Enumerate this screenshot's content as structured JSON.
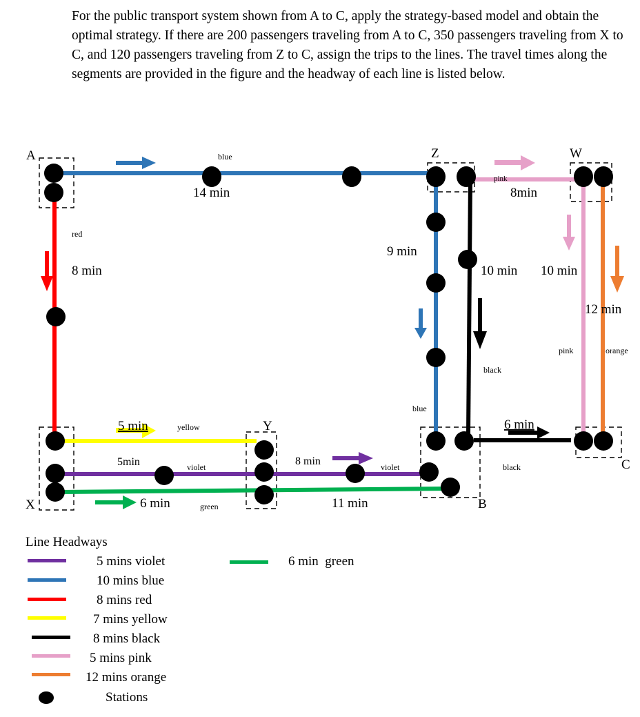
{
  "problem": {
    "text": "For the public transport system shown from A to C, apply the strategy-based model and obtain the optimal strategy. If there are 200 passengers traveling from A to C, 350 passengers traveling from X to C, and 120 passengers traveling from Z to C, assign the trips to the lines. The travel times along the segments are provided in the figure and the headway of each line is listed below."
  },
  "colors": {
    "blue": "#2E75B6",
    "red": "#FF0000",
    "yellow": "#FFFF00",
    "violet": "#7030A0",
    "green": "#00B050",
    "black": "#000000",
    "pink": "#E6A0C8",
    "orange": "#ED7D31"
  },
  "nodes": {
    "A": "A",
    "X": "X",
    "Y": "Y",
    "Z": "Z",
    "W": "W",
    "B": "B",
    "C": "C"
  },
  "segments": {
    "blue_AZ": {
      "line": "blue",
      "time": "14 min",
      "label": "blue"
    },
    "red_AX": {
      "line": "red",
      "time": "8 min",
      "label": "red"
    },
    "blue_ZB": {
      "line": "blue",
      "time": "9 min",
      "label": "blue"
    },
    "black_ZB": {
      "line": "black",
      "time": "10 min",
      "label": "black"
    },
    "pink_ZW": {
      "line": "pink",
      "time": "8min",
      "label": "pink"
    },
    "pink_WC": {
      "line": "pink",
      "time": "10 min",
      "label": "pink"
    },
    "orange_WC": {
      "line": "orange",
      "time": "12 min",
      "label": "orange"
    },
    "black_BC": {
      "line": "black",
      "time": "6 min",
      "label": "black"
    },
    "yellow_XY": {
      "line": "yellow",
      "time": "5 min",
      "label": "yellow"
    },
    "violet_XY": {
      "line": "violet",
      "time": "5min",
      "label": "violet"
    },
    "violet_YB": {
      "line": "violet",
      "time": "8 min",
      "label": "violet"
    },
    "green_XY": {
      "line": "green",
      "time": "6 min",
      "label": "green"
    },
    "green_YB": {
      "line": "green",
      "time": "11 min",
      "label": "green"
    }
  },
  "legend": {
    "title": "Line Headways",
    "items": [
      {
        "line": "violet",
        "color": "#7030A0",
        "label": "5 mins violet",
        "headway_min": 5
      },
      {
        "line": "blue",
        "color": "#2E75B6",
        "label": "10 mins blue",
        "headway_min": 10
      },
      {
        "line": "red",
        "color": "#FF0000",
        "label": "8 mins red",
        "headway_min": 8
      },
      {
        "line": "yellow",
        "color": "#FFFF00",
        "label": "7 mins yellow",
        "headway_min": 7
      },
      {
        "line": "black",
        "color": "#000000",
        "label": "8 mins black",
        "headway_min": 8
      },
      {
        "line": "pink",
        "color": "#E6A0C8",
        "label": "5 mins pink",
        "headway_min": 5
      },
      {
        "line": "orange",
        "color": "#ED7D31",
        "label": "12 mins orange",
        "headway_min": 12
      },
      {
        "line": "green",
        "color": "#00B050",
        "label": "6 min  green",
        "headway_min": 6
      }
    ],
    "stations_label": "Stations"
  }
}
